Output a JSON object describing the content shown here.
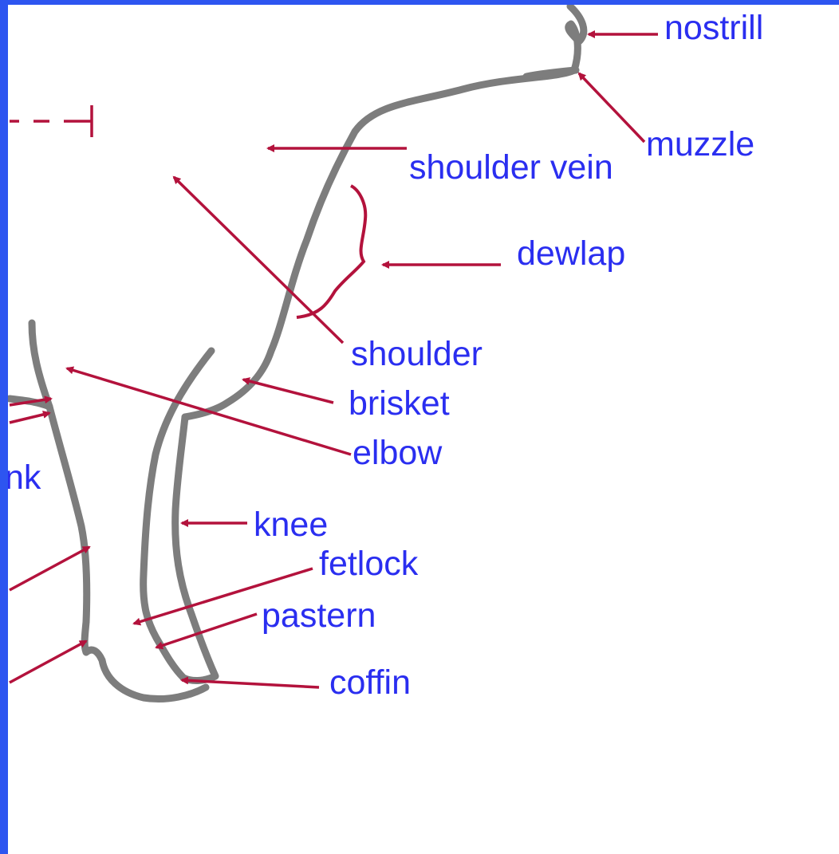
{
  "diagram": {
    "colors": {
      "outline": "#7d7d7d",
      "arrow": "#b3123c",
      "label": "#2a2ef0",
      "frame": "#2d55f0",
      "background": "#ffffff"
    },
    "labels": {
      "nostrill": "nostrill",
      "muzzle": "muzzle",
      "shoulder_vein": "shoulder vein",
      "dewlap": "dewlap",
      "shoulder": "shoulder",
      "brisket": "brisket",
      "elbow": "elbow",
      "flank_partial": "nk",
      "knee": "knee",
      "fetlock": "fetlock",
      "pastern": "pastern",
      "coffin": "coffin"
    }
  }
}
